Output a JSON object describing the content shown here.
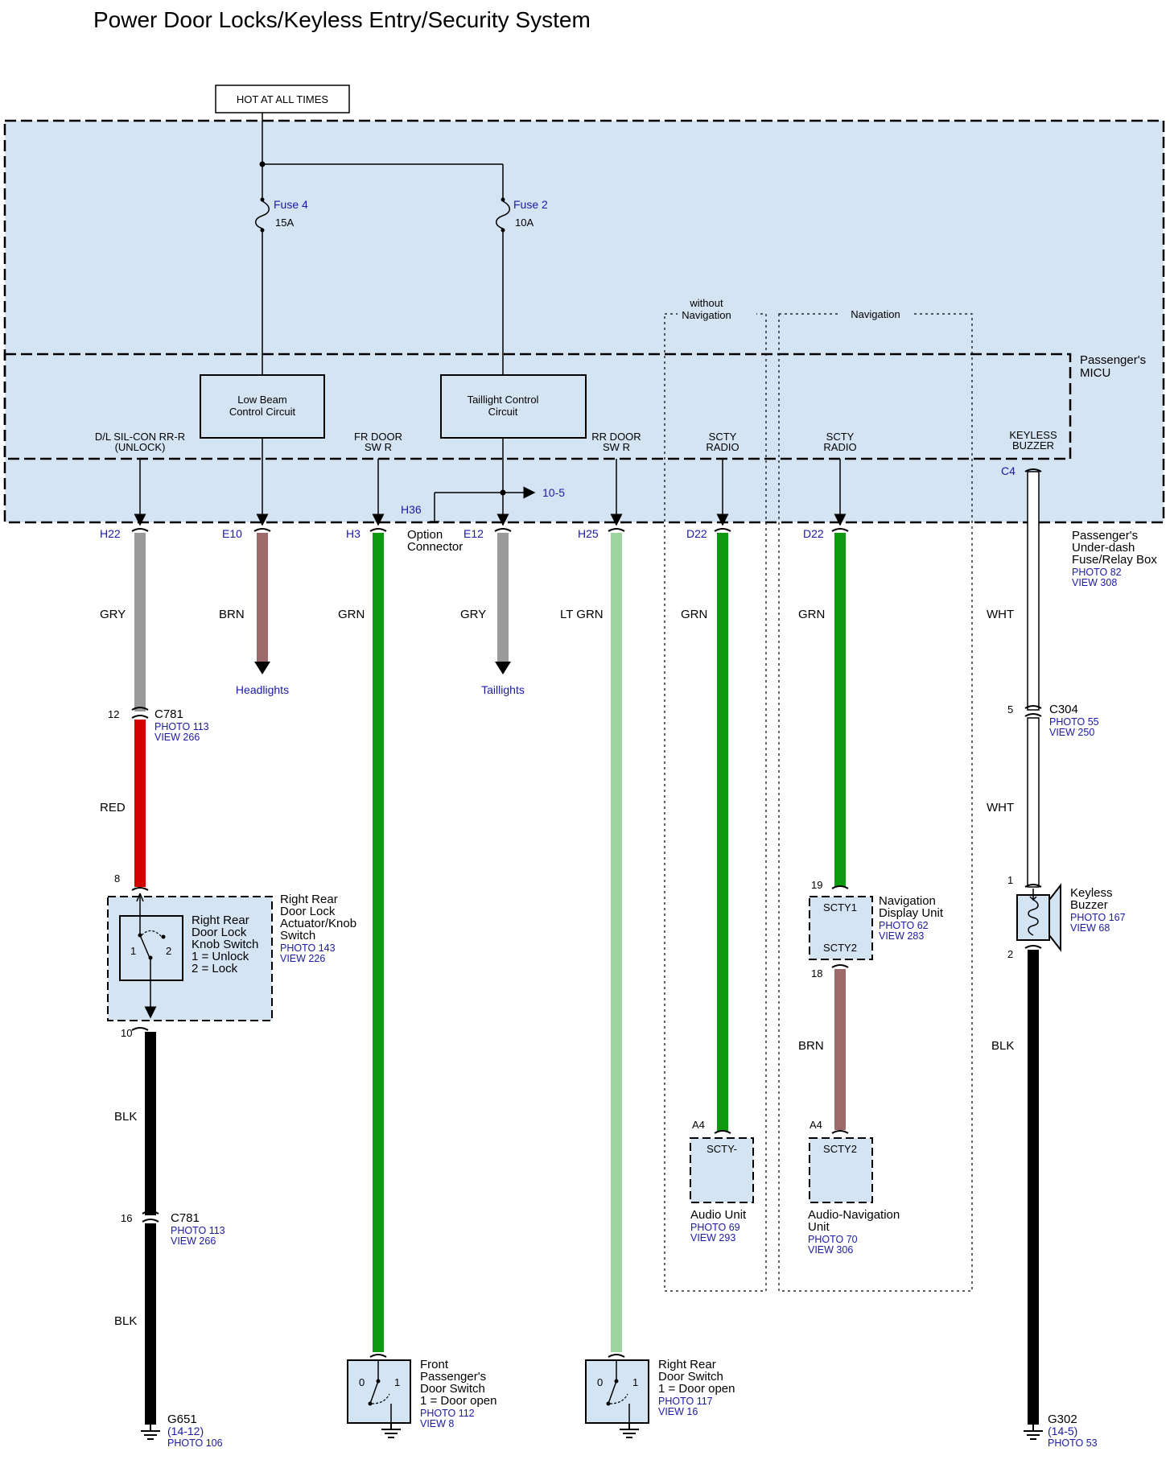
{
  "title": "Power Door Locks/Keyless Entry/Security System",
  "colors": {
    "shade": "#d5e4f3",
    "link_blue": "#1a1aa6",
    "GRY": "#9a9a9a",
    "BRN": "#9c6a6a",
    "GRN": "#0e9a0e",
    "LT GRN": "#9ed29e",
    "RED": "#d40000",
    "BLK": "#000000",
    "WHT": "#ffffff"
  },
  "power": {
    "label": "HOT AT ALL TIMES"
  },
  "fuses": [
    {
      "name": "Fuse 4",
      "rating": "15A"
    },
    {
      "name": "Fuse 2",
      "rating": "10A"
    }
  ],
  "micu": {
    "label_line1": "Passenger's",
    "label_line2": "MICU"
  },
  "box": {
    "line1": "Passenger's",
    "line2": "Under-dash",
    "line3": "Fuse/Relay Box",
    "photo": "PHOTO 82",
    "view": "VIEW 308"
  },
  "circuits": {
    "low_beam_1": "Low Beam",
    "low_beam_2": "Control Circuit",
    "taillight_1": "Taillight Control",
    "taillight_2": "Circuit"
  },
  "groups": {
    "without_nav_1": "without",
    "without_nav_2": "Navigation",
    "nav": "Navigation"
  },
  "terminals": {
    "t1_1": "D/L SIL-CON RR-R",
    "t1_2": "(UNLOCK)",
    "t2_1": "FR DOOR",
    "t2_2": "SW R",
    "t3_1": "RR DOOR",
    "t3_2": "SW R",
    "t4_1": "SCTY",
    "t4_2": "RADIO",
    "t5_1": "SCTY",
    "t5_2": "RADIO",
    "t6_1": "KEYLESS",
    "t6_2": "BUZZER"
  },
  "connectors": {
    "h22": "H22",
    "e10": "E10",
    "h3": "H3",
    "e12": "E12",
    "h25": "H25",
    "d22a": "D22",
    "d22b": "D22",
    "c4": "C4",
    "h36": "H36",
    "option_1": "Option",
    "option_2": "Connector",
    "ref_10_5": "10-5"
  },
  "wires": {
    "w1": "GRY",
    "w2": "BRN",
    "w3": "GRN",
    "w4": "GRY",
    "w5": "LT GRN",
    "w6": "GRN",
    "w7": "GRN",
    "w8": "WHT",
    "w9": "RED",
    "w10": "WHT",
    "w11": "BLK",
    "w12": "BLK",
    "w13": "BRN",
    "w14": "BLK"
  },
  "destinations": {
    "headlights": "Headlights",
    "taillights": "Taillights"
  },
  "c781_top": {
    "pin_a": "12",
    "name": "C781",
    "photo": "PHOTO 113",
    "view": "VIEW 266"
  },
  "c304": {
    "pin": "5",
    "name": "C304",
    "photo": "PHOTO 55",
    "view": "VIEW 250"
  },
  "c781_bot": {
    "pin": "16",
    "name": "C781",
    "photo": "PHOTO 113",
    "view": "VIEW 266"
  },
  "pins": {
    "p8": "8",
    "p10": "10",
    "p19": "19",
    "p18": "18",
    "p1": "1",
    "p2": "2",
    "a4a": "A4",
    "a4b": "A4"
  },
  "actuator": {
    "name1": "Right Rear",
    "name2": "Door Lock",
    "name3": "Actuator/Knob",
    "name4": "Switch",
    "photo": "PHOTO 143",
    "view": "VIEW 226",
    "sw1": "Right Rear",
    "sw2": "Door Lock",
    "sw3": "Knob Switch",
    "sw4": "1 = Unlock",
    "sw5": "2 = Lock",
    "pos1": "1",
    "pos2": "2"
  },
  "nav_display": {
    "in": "SCTY1",
    "out": "SCTY2",
    "name1": "Navigation",
    "name2": "Display Unit",
    "photo": "PHOTO 62",
    "view": "VIEW 283"
  },
  "buzzer": {
    "name1": "Keyless",
    "name2": "Buzzer",
    "photo": "PHOTO 167",
    "view": "VIEW 68"
  },
  "audio_unit": {
    "pin": "SCTY-",
    "name": "Audio Unit",
    "photo": "PHOTO 69",
    "view": "VIEW 293"
  },
  "audio_nav": {
    "pin": "SCTY2",
    "name1": "Audio-Navigation",
    "name2": "Unit",
    "photo": "PHOTO 70",
    "view": "VIEW 306"
  },
  "front_switch": {
    "name1": "Front",
    "name2": "Passenger's",
    "name3": "Door Switch",
    "name4": "1 = Door open",
    "photo": "PHOTO 112",
    "view": "VIEW 8",
    "pos0": "0",
    "pos1": "1"
  },
  "rear_switch": {
    "name1": "Right Rear",
    "name2": "Door Switch",
    "name3": "1 = Door open",
    "photo": "PHOTO 117",
    "view": "VIEW 16",
    "pos0": "0",
    "pos1": "1"
  },
  "g651": {
    "name": "G651",
    "ref": "(14-12)",
    "photo": "PHOTO 106"
  },
  "g302": {
    "name": "G302",
    "ref": "(14-5)",
    "photo": "PHOTO 53"
  }
}
